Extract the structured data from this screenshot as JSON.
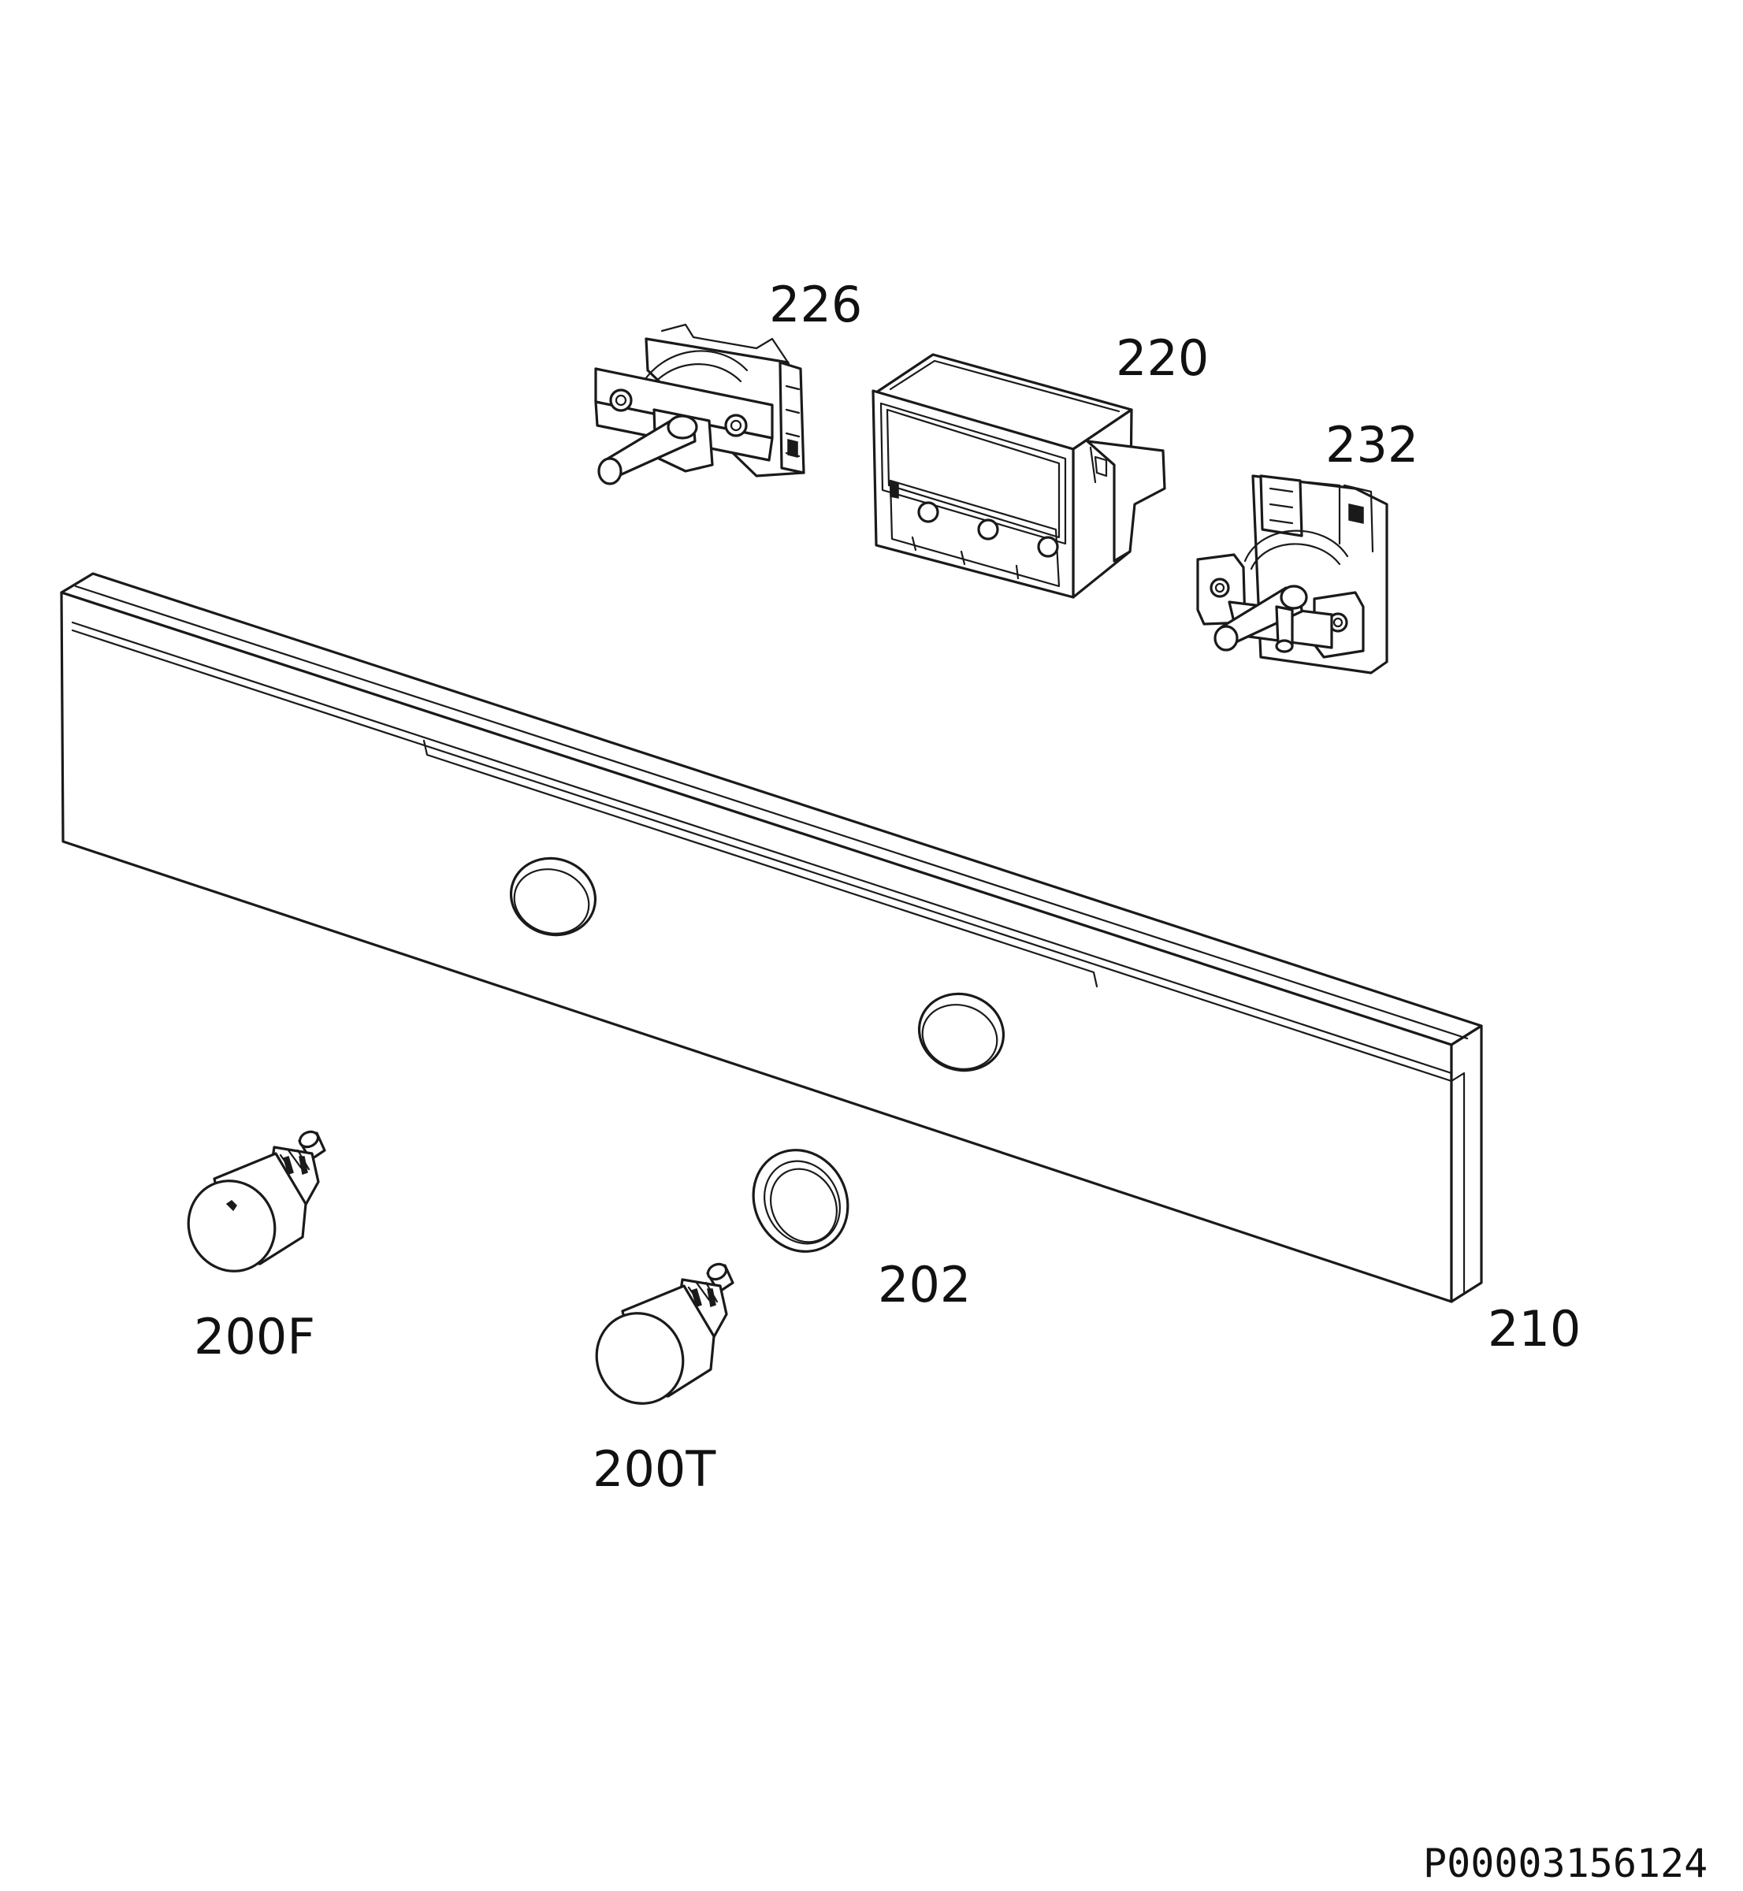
{
  "diagram": {
    "parts": [
      {
        "id": "p226",
        "label": "226"
      },
      {
        "id": "p220",
        "label": "220"
      },
      {
        "id": "p232",
        "label": "232"
      },
      {
        "id": "p210",
        "label": "210"
      },
      {
        "id": "p202",
        "label": "202"
      },
      {
        "id": "p200F",
        "label": "200F"
      },
      {
        "id": "p200T",
        "label": "200T"
      }
    ],
    "document_number": "P00003156124"
  },
  "colors": {
    "line": "#1a1a1a",
    "background": "#ffffff"
  }
}
